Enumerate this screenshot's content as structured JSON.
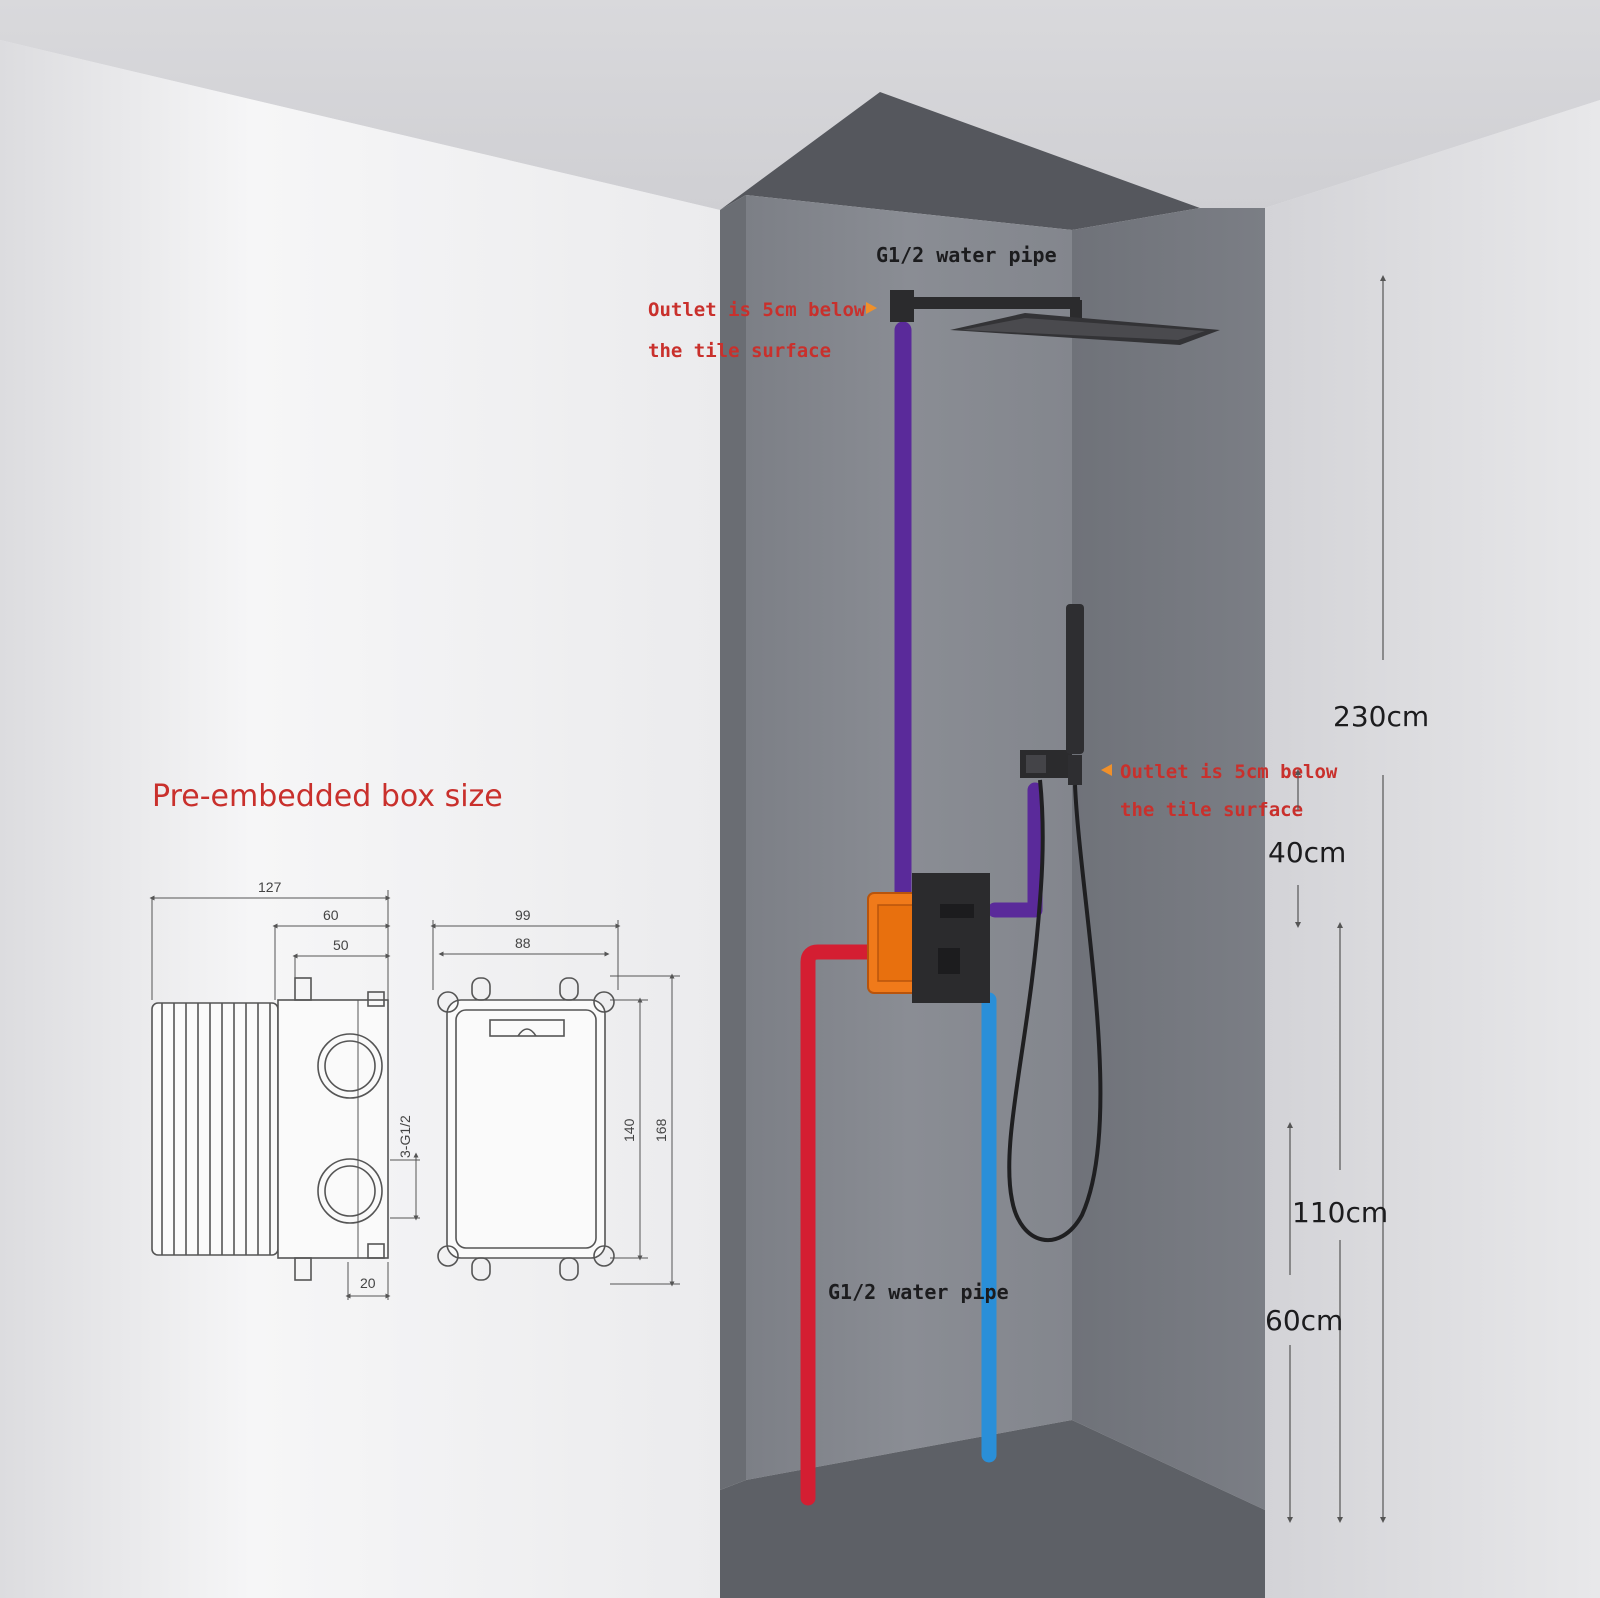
{
  "labels": {
    "top_pipe": "G1/2 water pipe",
    "bottom_pipe": "G1/2 water pipe",
    "outlet_top_line1": "Outlet is 5cm below",
    "outlet_top_line2": "the tile surface",
    "outlet_side_line1": "Outlet is 5cm below",
    "outlet_side_line2": "the tile surface",
    "box_title": "Pre-embedded box size"
  },
  "heights": {
    "total": "230cm",
    "top_gap": "40cm",
    "mixer": "110cm",
    "base": "60cm"
  },
  "box_dimensions": {
    "side_width": "127",
    "side_depth_a": "60",
    "side_depth_b": "50",
    "side_bottom": "20",
    "port_thread": "3-G1/2",
    "front_width": "99",
    "front_inner_width": "88",
    "front_inner_height": "140",
    "front_height": "168"
  },
  "colors": {
    "hot_pipe": "#d41e32",
    "cold_pipe": "#2a8fd8",
    "shower_pipe": "#5a2a9a",
    "annotation_red": "#c9302c",
    "arrow_orange": "#f0902a",
    "fixture": "#2b2b2d",
    "box_orange": "#f07a1a"
  }
}
